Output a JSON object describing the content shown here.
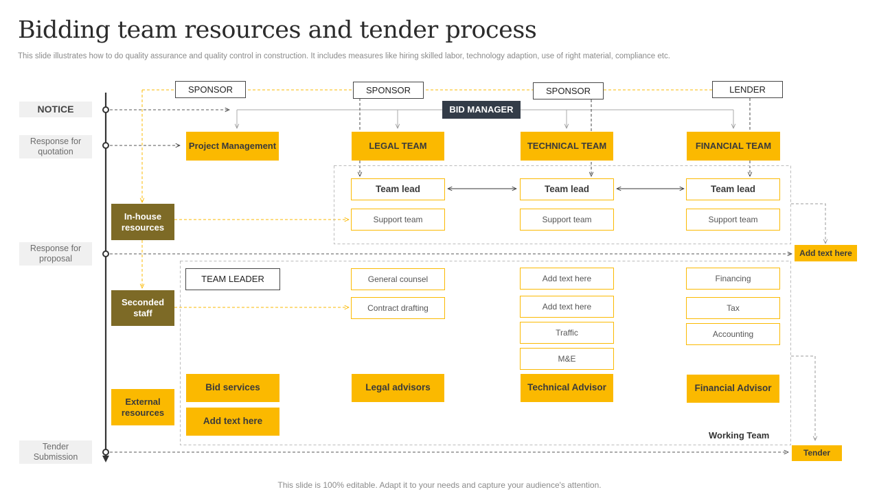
{
  "header": {
    "title": "Bidding team resources and tender process",
    "subtitle": "This slide illustrates how to do quality assurance and quality control in construction. It includes measures like hiring skilled labor, technology adaption, use  of right material, compliance etc."
  },
  "stages": {
    "notice": "NOTICE",
    "rfq": "Response for quotation",
    "rfp": "Response for proposal",
    "tender": "Tender Submission"
  },
  "top": {
    "sponsor1": "SPONSOR",
    "sponsor2": "SPONSOR",
    "sponsor3": "SPONSOR",
    "lender": "LENDER",
    "bid_manager": "BID MANAGER"
  },
  "teams": {
    "project_management": "Project Management",
    "legal": "LEGAL TEAM",
    "technical": "TECHNICAL  TEAM",
    "financial": "FINANCIAL  TEAM"
  },
  "leads": {
    "legal_lead": "Team lead",
    "technical_lead": "Team lead",
    "financial_lead": "Team lead",
    "legal_support": "Support team",
    "technical_support": "Support team",
    "financial_support": "Support team"
  },
  "resources": {
    "inhouse": "In-house resources",
    "seconded": "Seconded staff",
    "external": "External resources"
  },
  "working": {
    "team_leader": "TEAM LEADER",
    "general_counsel": "General counsel",
    "contract_drafting": "Contract drafting",
    "tech_item1": "Add text here",
    "tech_item2": "Add text here",
    "traffic": "Traffic",
    "mne": "M&E",
    "financing": "Financing",
    "tax": "Tax",
    "accounting": "Accounting",
    "bid_services": "Bid services",
    "add_text": "Add text here",
    "legal_advisors": "Legal advisors",
    "technical_advisor": "Technical Advisor",
    "financial_advisor": "Financial Advisor",
    "working_team_label": "Working Team"
  },
  "outputs": {
    "add_text_here": "Add text here",
    "tender": "Tender"
  },
  "footer": "This slide is 100% editable. Adapt it to your needs and capture your audience's attention.",
  "colors": {
    "accent_yellow": "#fbb900",
    "olive": "#7d6a26",
    "dark_navy": "#333c48"
  }
}
